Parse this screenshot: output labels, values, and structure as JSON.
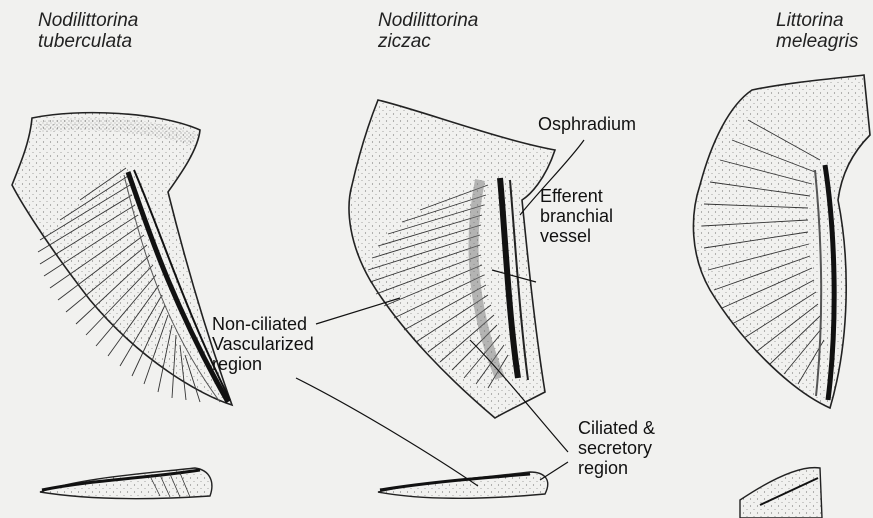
{
  "species": [
    {
      "line1": "Nodilittorina",
      "line2": "tuberculata"
    },
    {
      "line1": "Nodilittorina",
      "line2": "ziczac"
    },
    {
      "line1": "Littorina",
      "line2": "meleagris"
    }
  ],
  "labels": {
    "osphradium": "Osphradium",
    "efferent": [
      "Efferent",
      "branchial",
      "vessel"
    ],
    "nonciliated": [
      "Non-ciliated",
      "Vascularized",
      "region"
    ],
    "ciliated": [
      "Ciliated &",
      "secretory",
      "region"
    ]
  },
  "colors": {
    "background": "#f1f1ef",
    "ink": "#1a1a1a",
    "stipple": "#8a8a86"
  }
}
